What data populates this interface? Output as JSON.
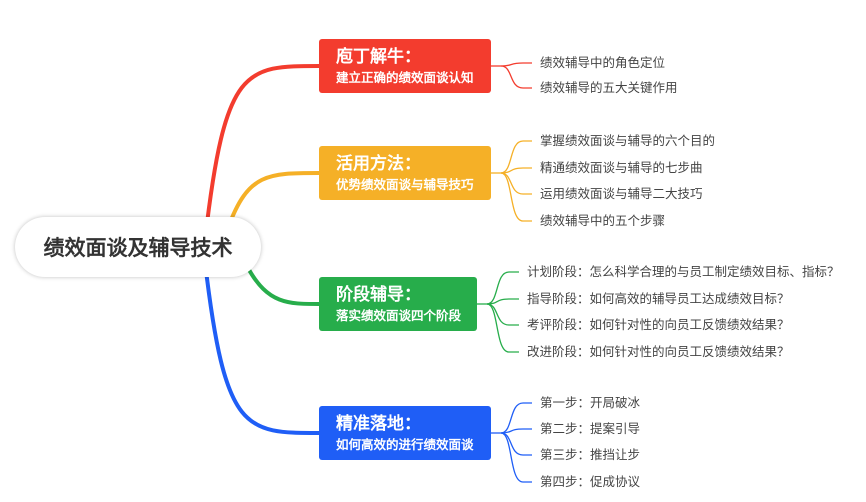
{
  "root": "绩效面谈及辅导技术",
  "branches": [
    {
      "title": "庖丁解牛：",
      "subtitle": "建立正确的绩效面谈认知",
      "color": "#f33c2e",
      "items": [
        "绩效辅导中的角色定位",
        "绩效辅导的五大关键作用"
      ]
    },
    {
      "title": "活用方法：",
      "subtitle": "优势绩效面谈与辅导技巧",
      "color": "#f5b027",
      "items": [
        "掌握绩效面谈与辅导的六个目的",
        "精通绩效面谈与辅导的七步曲",
        "运用绩效面谈与辅导二大技巧",
        "绩效辅导中的五个步骤"
      ]
    },
    {
      "title": "阶段辅导：",
      "subtitle": "落实绩效面谈四个阶段",
      "color": "#27ad4b",
      "items": [
        "计划阶段：怎么科学合理的与员工制定绩效目标、指标？",
        "指导阶段：如何高效的辅导员工达成绩效目标？",
        "考评阶段：如何针对性的向员工反馈绩效结果？",
        "改进阶段：如何针对性的向员工反馈绩效结果？"
      ]
    },
    {
      "title": "精准落地：",
      "subtitle": "如何高效的进行绩效面谈",
      "color": "#1f5ef6",
      "items": [
        "第一步：开局破冰",
        "第二步：提案引导",
        "第三步：推挡让步",
        "第四步：促成协议"
      ]
    }
  ]
}
